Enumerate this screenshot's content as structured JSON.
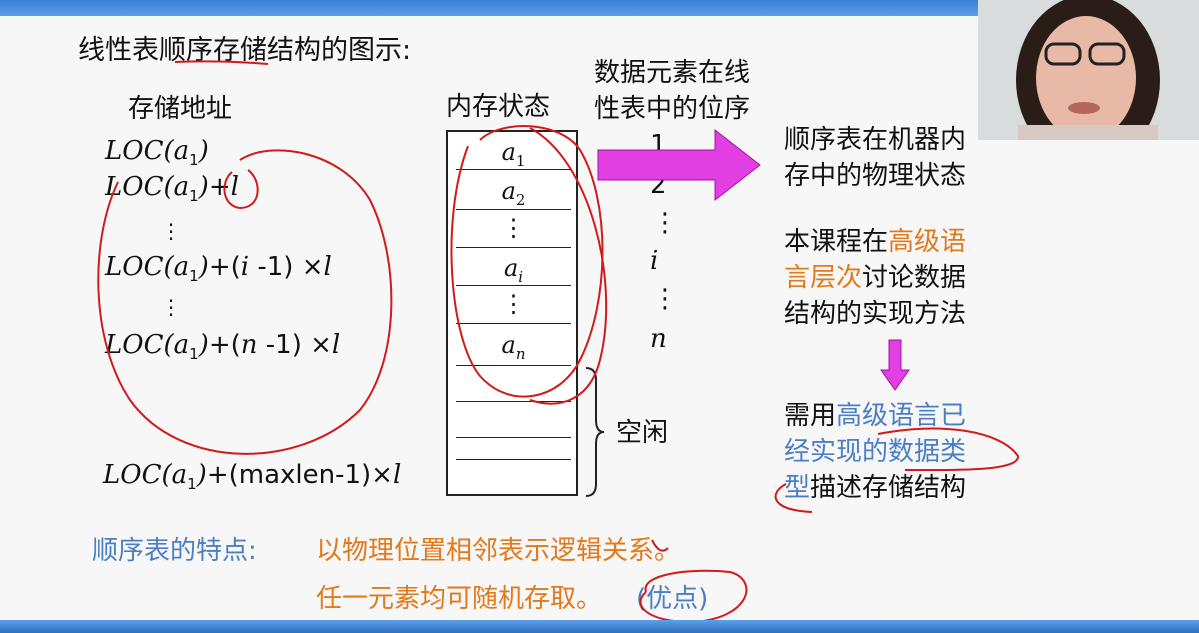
{
  "title": "线性表顺序存储结构的图示:",
  "headers": {
    "addr": "存储地址",
    "mem": "内存状态",
    "pos_line1": "数据元素在线",
    "pos_line2": "性表中的位序"
  },
  "addresses": [
    "LOC(a1)",
    "LOC(a1)+l",
    "LOC(a1)+(i -1) ×l",
    "LOC(a1)+(n -1) ×l",
    "LOC(a1)+(maxlen-1)×l"
  ],
  "memory_cells": [
    "a1",
    "a2",
    "⋮",
    "ai",
    "⋮",
    "an",
    "",
    "",
    "",
    ""
  ],
  "positions": [
    "1",
    "2",
    "⋮",
    "i",
    "⋮",
    "n"
  ],
  "free_label": "空闲",
  "right_text": {
    "p1_line1": "顺序表在机器内",
    "p1_line2": "存中的物理状态",
    "p2_a": "本课程在",
    "p2_b": "高级语",
    "p2_c": "言层次",
    "p2_d": "讨论数据",
    "p2_line3": "结构的实现方法",
    "p3_a": "需用",
    "p3_b": "高级语言已",
    "p3_c": "经实现的数据类",
    "p3_d": "型",
    "p3_e": "描述存储结构"
  },
  "features": {
    "label": "顺序表的特点:",
    "line1": "以物理位置相邻表示逻辑关系。",
    "line2": "任一元素均可随机存取。",
    "advantage": "(优点)"
  },
  "colors": {
    "orange": "#e07a1c",
    "blue": "#4a7fc4",
    "annotation_red": "#d11b1b",
    "arrow_magenta": "#e23fe2"
  }
}
